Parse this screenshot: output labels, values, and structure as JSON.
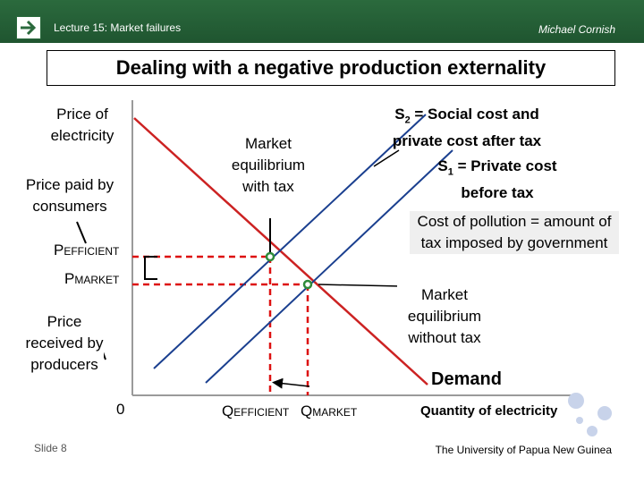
{
  "header": {
    "lecture": "Lecture 15: Market failures",
    "author": "Michael Cornish",
    "bar_color": "#2b6a3d"
  },
  "slide_title": "Dealing with a negative production externality",
  "diagram": {
    "y_axis_label": "Price of electricity",
    "x_axis_label": "Quantity of electricity",
    "origin_label": "0",
    "p_efficient": {
      "main": "P",
      "sub": "EFFICIENT"
    },
    "p_market": {
      "main": "P",
      "sub": "MARKET"
    },
    "q_efficient": {
      "main": "Q",
      "sub": "EFFICIENT"
    },
    "q_market": {
      "main": "Q",
      "sub": "MARKET"
    },
    "price_paid_label": "Price paid by consumers",
    "price_received_label": "Price received by producers",
    "market_eq_tax_label": "Market equilibrium with tax",
    "market_eq_no_tax_label": "Market equilibrium without tax",
    "s2_label": {
      "prefix": "S",
      "sub": "2",
      "text": " = Social cost and private cost after tax"
    },
    "s1_label": {
      "prefix": "S",
      "sub": "1",
      "text": " = Private cost before tax"
    },
    "pollution_cost_label": "Cost of pollution = amount of tax imposed by government",
    "demand_label": "Demand",
    "colors": {
      "demand": "#cc2222",
      "supply": "#1a3f8f",
      "dashed": "#dd1111",
      "point": "#2e8b3a"
    }
  },
  "footer": {
    "slide_number": "Slide 8",
    "university": "The University of Papua New Guinea"
  }
}
